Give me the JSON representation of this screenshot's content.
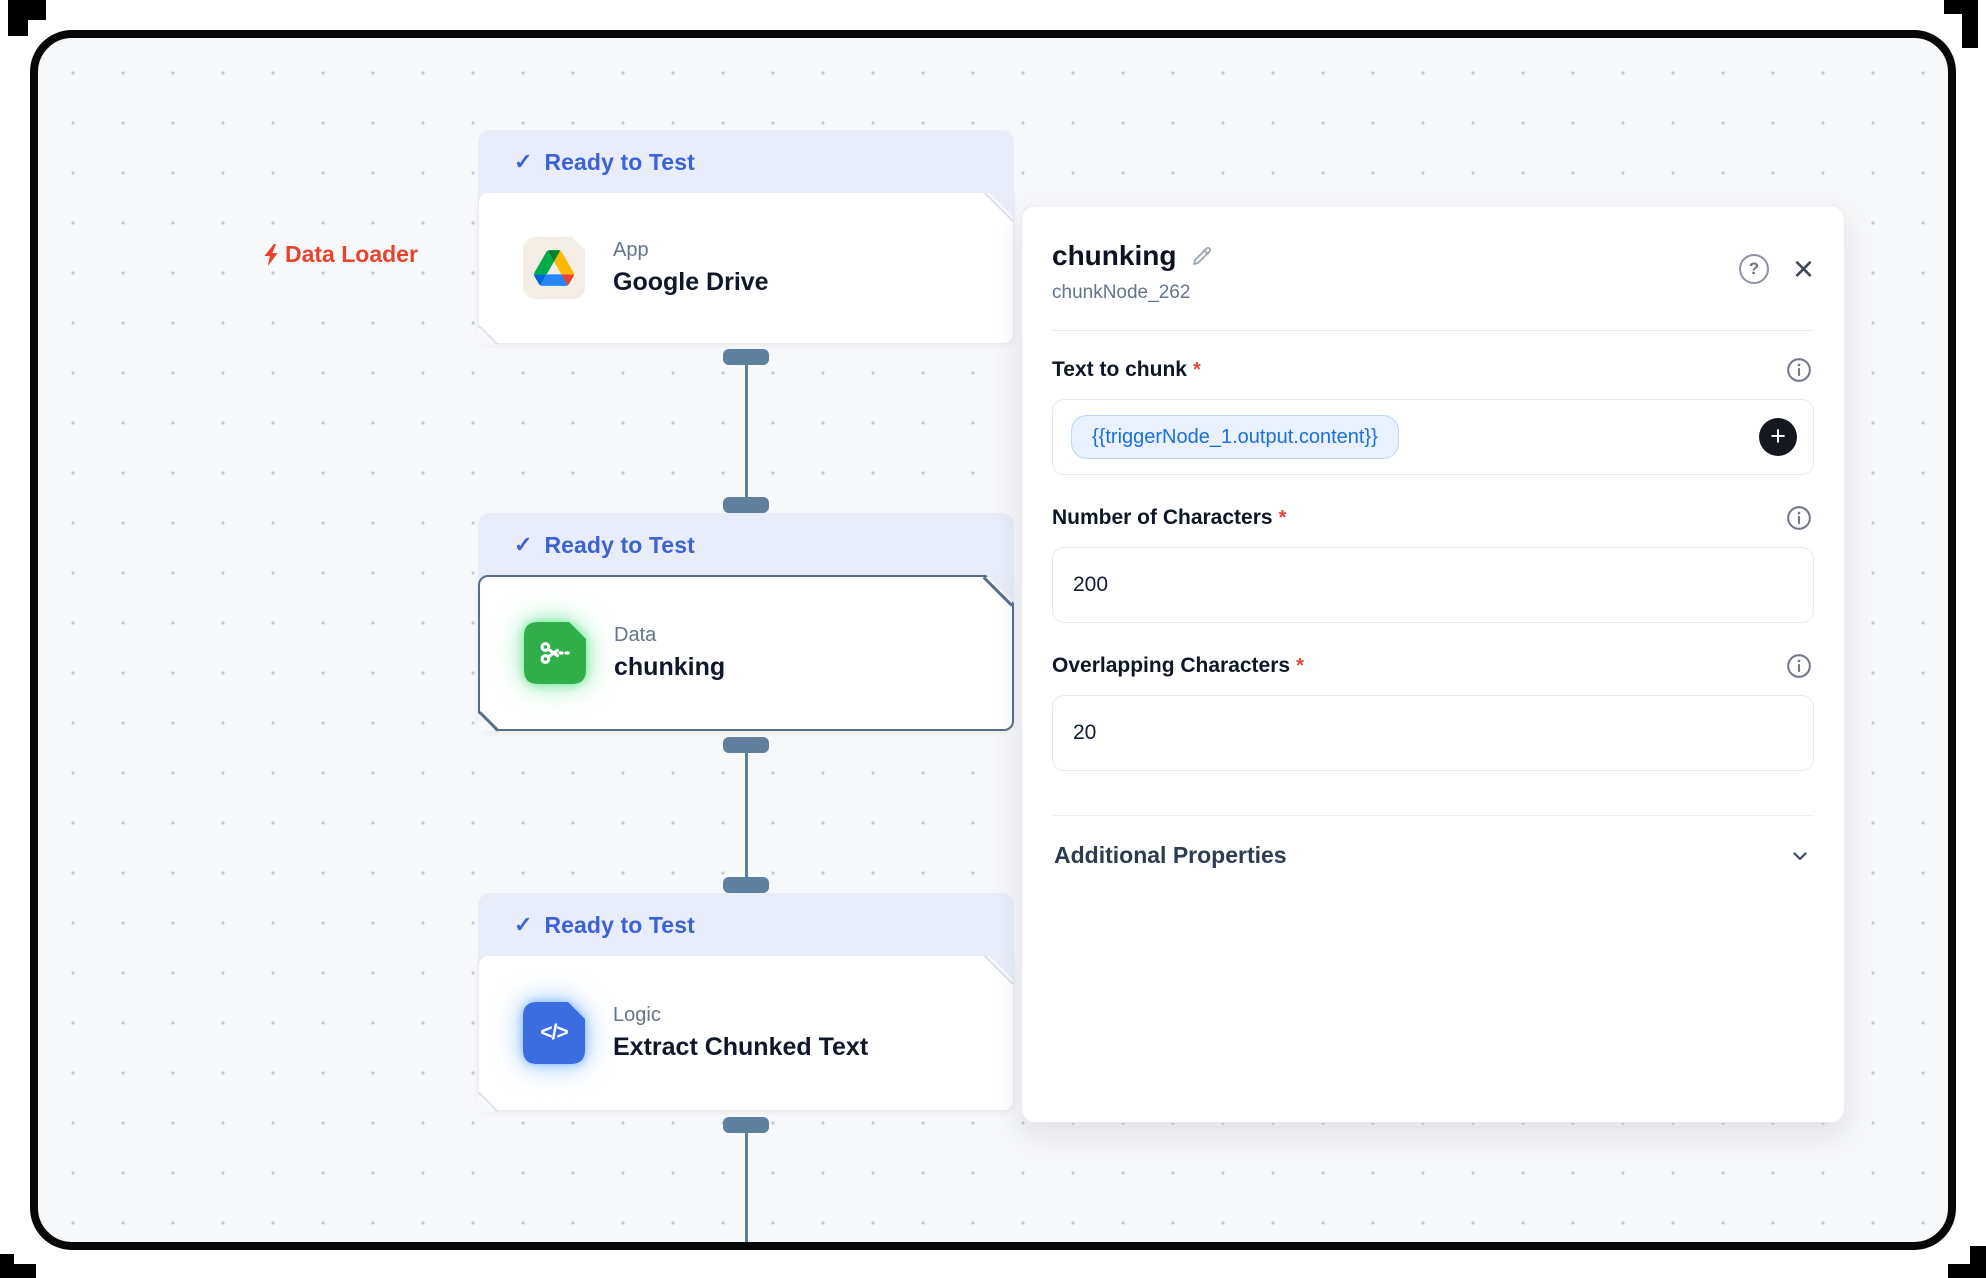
{
  "canvas": {
    "data_loader_label": "Data Loader",
    "nodes": [
      {
        "status": "Ready to Test",
        "category": "App",
        "title": "Google Drive"
      },
      {
        "status": "Ready to Test",
        "category": "Data",
        "title": "chunking"
      },
      {
        "status": "Ready to Test",
        "category": "Logic",
        "title": "Extract Chunked Text"
      }
    ]
  },
  "panel": {
    "title": "chunking",
    "node_id": "chunkNode_262",
    "fields": [
      {
        "label": "Text to chunk",
        "required": "*",
        "value": "{{triggerNode_1.output.content}}"
      },
      {
        "label": "Number of Characters",
        "required": "*",
        "value": "200"
      },
      {
        "label": "Overlapping Characters",
        "required": "*",
        "value": "20"
      }
    ],
    "sections": {
      "additional_properties": "Additional Properties"
    }
  },
  "icons": {
    "check": "✓",
    "close": "×",
    "help": "?",
    "plus": "+",
    "code_glyph": "</>"
  },
  "colors": {
    "badge_blue": "#3b63d6",
    "data_loader_red": "#e8432d",
    "chip_text_blue": "#1d6fd8",
    "node_green": "#2fae4a",
    "node_blue": "#3b6ce0",
    "connector_slate": "#5f7f9e"
  }
}
